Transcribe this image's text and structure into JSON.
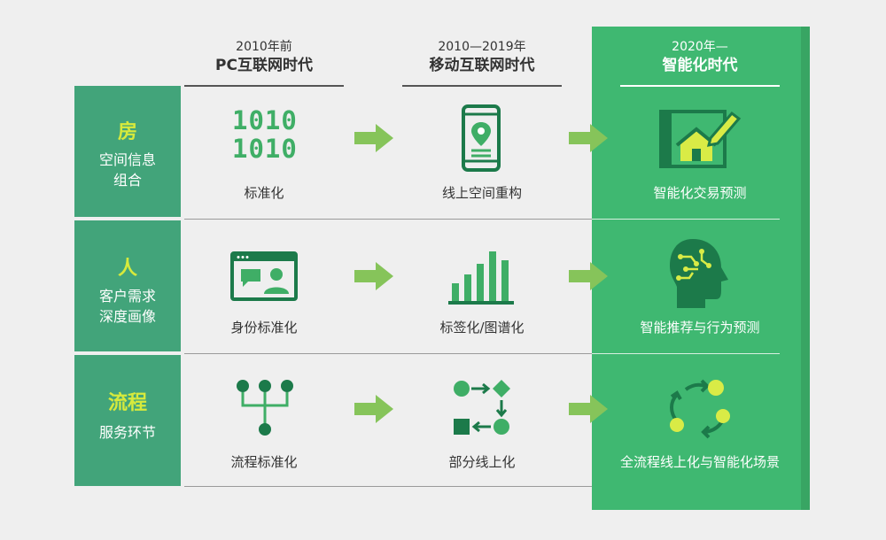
{
  "columns": [
    {
      "years": "2010年前",
      "era": "PC互联网时代"
    },
    {
      "years": "2010—2019年",
      "era": "移动互联网时代"
    },
    {
      "years": "2020年—",
      "era": "智能化时代"
    }
  ],
  "rows": [
    {
      "title": "房",
      "subtitle_lines": [
        "空间信息",
        "组合"
      ],
      "cells": [
        "标准化",
        "线上空间重构",
        "智能化交易预测"
      ]
    },
    {
      "title": "人",
      "subtitle_lines": [
        "客户需求",
        "深度画像"
      ],
      "cells": [
        "身份标准化",
        "标签化/图谱化",
        "智能推荐与行为预测"
      ]
    },
    {
      "title": "流程",
      "subtitle_lines": [
        "服务环节"
      ],
      "cells": [
        "流程标准化",
        "部分线上化",
        "全流程线上化与智能化场景"
      ]
    }
  ],
  "binary_icon_text": [
    "1010",
    "1010"
  ],
  "colors": {
    "background": "#efefef",
    "side_green": "#42a47a",
    "panel_green": "#3fb871",
    "title_yellow": "#d7ea3c",
    "icon_dark_green": "#1c7a4a",
    "icon_green": "#3fae66",
    "icon_yellow": "#d9eb46",
    "arrow_green": "#86c45a"
  },
  "icons": [
    "binary-code-icon",
    "smartphone-location-icon",
    "blueprint-house-icon",
    "video-profile-window-icon",
    "bar-chart-icon",
    "ai-head-icon",
    "flow-tree-icon",
    "process-shapes-icon",
    "cycle-arrows-icon"
  ]
}
